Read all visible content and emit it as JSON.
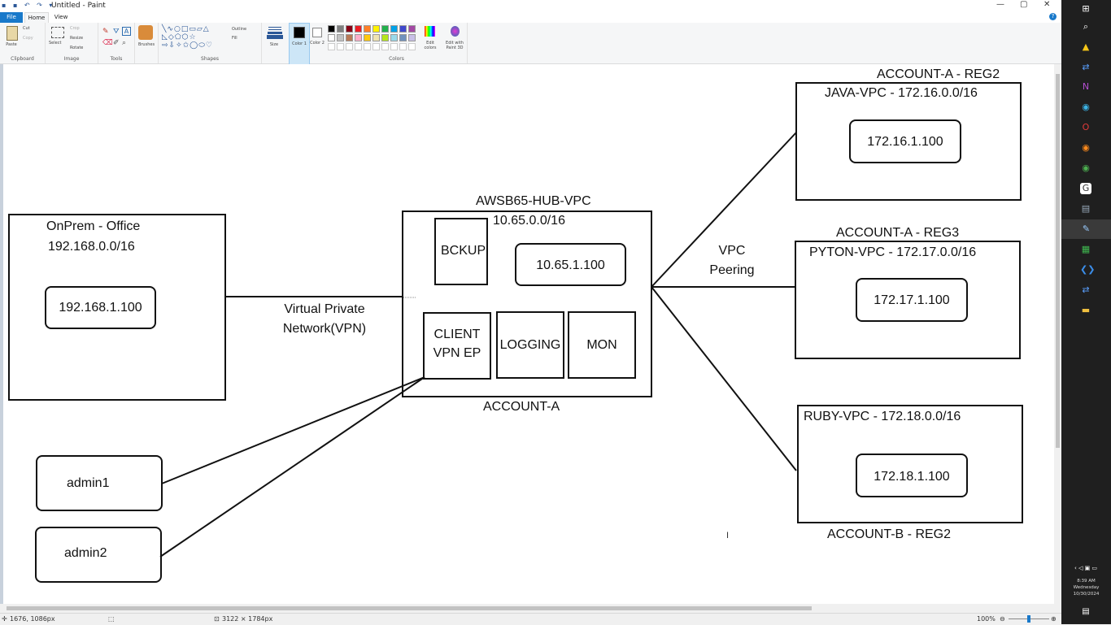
{
  "window": {
    "title": "Untitled - Paint",
    "controls": {
      "minimize": "—",
      "maximize": "▢",
      "close": "✕"
    }
  },
  "tabs": [
    {
      "label": "File"
    },
    {
      "label": "Home"
    },
    {
      "label": "View"
    }
  ],
  "ribbon": {
    "clipboard": {
      "label": "Clipboard",
      "paste": "Paste",
      "cut": "Cut",
      "copy": "Copy"
    },
    "image": {
      "label": "Image",
      "select": "Select",
      "crop": "Crop",
      "resize": "Resize",
      "rotate": "Rotate"
    },
    "tools": {
      "label": "Tools"
    },
    "brushes": {
      "label": "Brushes"
    },
    "shapes": {
      "label": "Shapes",
      "outline": "Outline",
      "fill": "Fill"
    },
    "size": {
      "label": "Size"
    },
    "color1": {
      "label": "Color 1"
    },
    "color2": {
      "label": "Color 2"
    },
    "colors": {
      "label": "Colors",
      "edit": "Edit colors",
      "paint3d": "Edit with Paint 3D",
      "palette": [
        "#000000",
        "#7f7f7f",
        "#880015",
        "#ed1c24",
        "#ff7f27",
        "#fff200",
        "#22b14c",
        "#00a2e8",
        "#3f48cc",
        "#a349a4",
        "#ffffff",
        "#c3c3c3",
        "#b97a57",
        "#ffaec9",
        "#ffc90e",
        "#efe4b0",
        "#b5e61d",
        "#99d9ea",
        "#7092be",
        "#c8bfe7"
      ]
    }
  },
  "diagram": {
    "onprem": {
      "title": "OnPrem - Office",
      "cidr": "192.168.0.0/16",
      "host": "192.168.1.100"
    },
    "vpn_label": {
      "line1": "Virtual Private",
      "line2": "Network(VPN)"
    },
    "hub": {
      "title": "AWSB65-HUB-VPC",
      "cidr": "10.65.0.0/16",
      "host": "10.65.1.100",
      "bckup": "BCKUP",
      "client_l1": "CLIENT",
      "client_l2": "VPN EP",
      "logging": "LOGGING",
      "mon": "MON",
      "account": "ACCOUNT-A"
    },
    "peering": {
      "line1": "VPC",
      "line2": "Peering"
    },
    "java": {
      "account": "ACCOUNT-A - REG2",
      "title": "JAVA-VPC - 172.16.0.0/16",
      "host": "172.16.1.100"
    },
    "pyton": {
      "account": "ACCOUNT-A - REG3",
      "title": "PYTON-VPC - 172.17.0.0/16",
      "host": "172.17.1.100"
    },
    "ruby": {
      "title": "RUBY-VPC - 172.18.0.0/16",
      "host": "172.18.1.100",
      "account": "ACCOUNT-B - REG2"
    },
    "admin1": "admin1",
    "admin2": "admin2",
    "cursor": "I"
  },
  "statusbar": {
    "position": "1676, 1086px",
    "size": "3122 × 1784px",
    "zoom": "100%"
  },
  "taskbar": {
    "time": "8:39 AM",
    "day": "Wednesday",
    "date": "10/30/2024"
  }
}
